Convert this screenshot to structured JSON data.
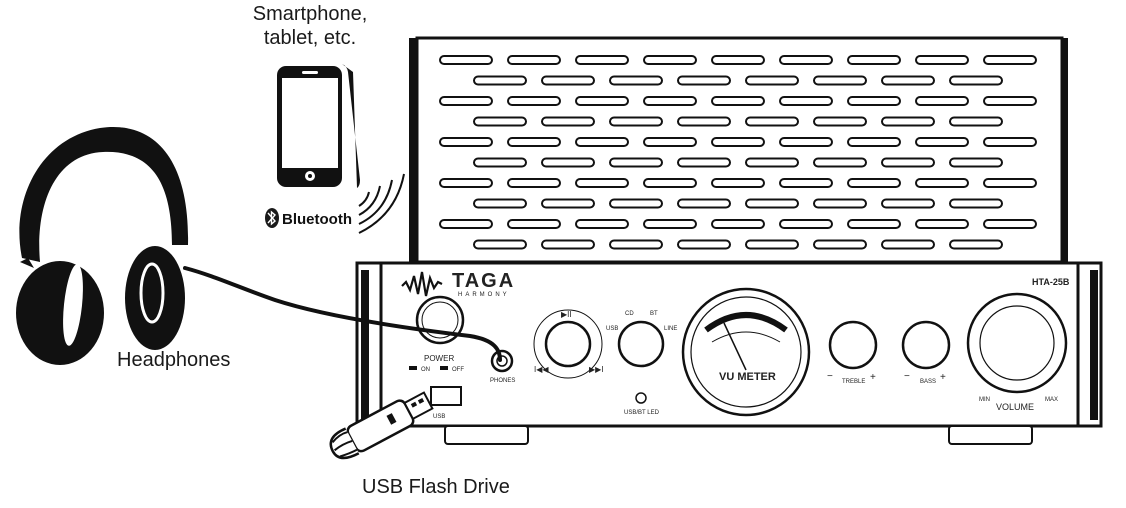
{
  "labels": {
    "smartphone_line1": "Smartphone,",
    "smartphone_line2": "tablet, etc.",
    "headphones": "Headphones",
    "usb_flash_drive": "USB Flash Drive",
    "bluetooth": "Bluetooth"
  },
  "amplifier": {
    "brand": "TAGA",
    "brand_sub": "HARMONY",
    "model": "HTA-25B",
    "power": "POWER",
    "on": "ON",
    "off": "OFF",
    "phones": "PHONES",
    "usb_port": "USB",
    "play_pause": "▶II",
    "prev": "I◀◀",
    "next": "▶▶I",
    "input_usb": "USB",
    "input_cd": "CD",
    "input_bt": "BT",
    "input_line": "LINE",
    "usb_bt_led": "USB/BT LED",
    "vu_meter": "VU METER",
    "treble": "TREBLE",
    "bass": "BASS",
    "minus": "−",
    "plus": "+",
    "volume": "VOLUME",
    "min": "MIN",
    "max": "MAX"
  }
}
